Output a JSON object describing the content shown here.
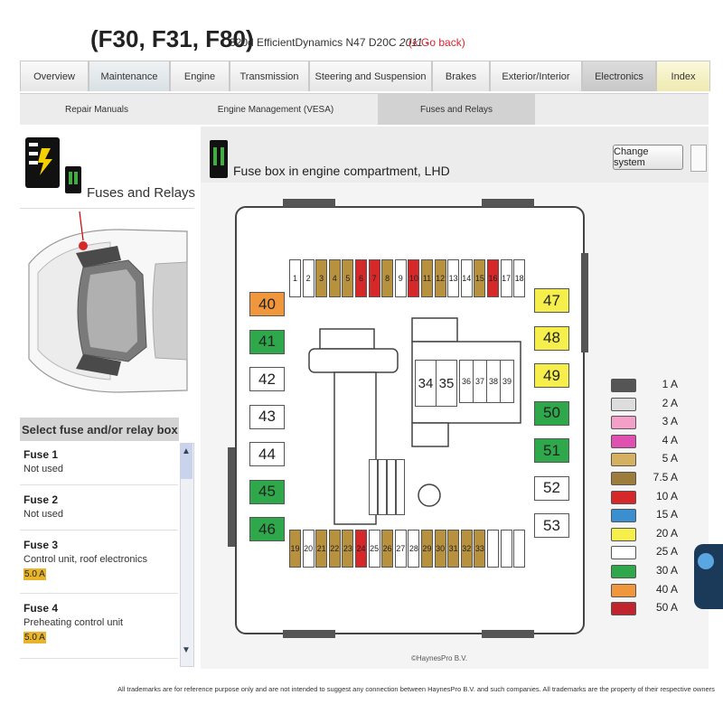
{
  "header": {
    "title": "(F30, F31, F80)",
    "subtitle": "320d EfficientDynamics N47 D20C",
    "year": "2011",
    "separator": "-",
    "go_back": "(« Go back)"
  },
  "tabs": [
    {
      "label": "Overview"
    },
    {
      "label": "Maintenance"
    },
    {
      "label": "Engine"
    },
    {
      "label": "Transmission"
    },
    {
      "label": "Steering and Suspension"
    },
    {
      "label": "Brakes"
    },
    {
      "label": "Exterior/Interior"
    },
    {
      "label": "Electronics"
    },
    {
      "label": "Index"
    }
  ],
  "subtabs": [
    {
      "label": "Repair Manuals"
    },
    {
      "label": "Engine Management (VESA)"
    },
    {
      "label": "Fuses and Relays"
    }
  ],
  "left": {
    "section_title": "Fuses and Relays",
    "select_heading": "Select fuse and/or relay box",
    "list": [
      {
        "title": "Fuse 1",
        "desc": "Not used",
        "badge": ""
      },
      {
        "title": "Fuse 2",
        "desc": "Not used",
        "badge": ""
      },
      {
        "title": "Fuse 3",
        "desc": "Control unit, roof electronics",
        "badge": "5.0 A"
      },
      {
        "title": "Fuse 4",
        "desc": "Preheating control unit",
        "badge": "5.0 A"
      }
    ]
  },
  "main": {
    "panel_title": "Fuse box in engine compartment, LHD",
    "change_system": "Change system",
    "copyright": "©HaynesPro B.V.",
    "top_fuses": [
      {
        "n": "1",
        "c": "#ffffff"
      },
      {
        "n": "2",
        "c": "#ffffff"
      },
      {
        "n": "3",
        "c": "#b8913f"
      },
      {
        "n": "4",
        "c": "#b8913f"
      },
      {
        "n": "5",
        "c": "#b8913f"
      },
      {
        "n": "6",
        "c": "#d62828"
      },
      {
        "n": "7",
        "c": "#d62828"
      },
      {
        "n": "8",
        "c": "#b8913f"
      },
      {
        "n": "9",
        "c": "#ffffff"
      },
      {
        "n": "10",
        "c": "#d62828"
      },
      {
        "n": "11",
        "c": "#b8913f"
      },
      {
        "n": "12",
        "c": "#b8913f"
      },
      {
        "n": "13",
        "c": "#ffffff"
      },
      {
        "n": "14",
        "c": "#ffffff"
      },
      {
        "n": "15",
        "c": "#b8913f"
      },
      {
        "n": "16",
        "c": "#d62828"
      },
      {
        "n": "17",
        "c": "#ffffff"
      },
      {
        "n": "18",
        "c": "#ffffff"
      }
    ],
    "bottom_fuses": [
      {
        "n": "19",
        "c": "#b8913f"
      },
      {
        "n": "20",
        "c": "#ffffff"
      },
      {
        "n": "21",
        "c": "#b8913f"
      },
      {
        "n": "22",
        "c": "#b8913f"
      },
      {
        "n": "23",
        "c": "#b8913f"
      },
      {
        "n": "24",
        "c": "#d62828"
      },
      {
        "n": "25",
        "c": "#ffffff"
      },
      {
        "n": "26",
        "c": "#b8913f"
      },
      {
        "n": "27",
        "c": "#ffffff"
      },
      {
        "n": "28",
        "c": "#ffffff"
      },
      {
        "n": "29",
        "c": "#b8913f"
      },
      {
        "n": "30",
        "c": "#b8913f"
      },
      {
        "n": "31",
        "c": "#b8913f"
      },
      {
        "n": "32",
        "c": "#b8913f"
      },
      {
        "n": "33",
        "c": "#b8913f"
      },
      {
        "n": "",
        "c": "#ffffff"
      },
      {
        "n": "",
        "c": "#ffffff"
      },
      {
        "n": "",
        "c": "#ffffff"
      }
    ],
    "left_big_fuses": [
      {
        "n": "40",
        "c": "#f0963c"
      },
      {
        "n": "41",
        "c": "#2ea84a"
      },
      {
        "n": "42",
        "c": "#ffffff"
      },
      {
        "n": "43",
        "c": "#ffffff"
      },
      {
        "n": "44",
        "c": "#ffffff"
      },
      {
        "n": "45",
        "c": "#2ea84a"
      },
      {
        "n": "46",
        "c": "#2ea84a"
      }
    ],
    "right_big_fuses": [
      {
        "n": "47",
        "c": "#f6ee4a"
      },
      {
        "n": "48",
        "c": "#f6ee4a"
      },
      {
        "n": "49",
        "c": "#f6ee4a"
      },
      {
        "n": "50",
        "c": "#2ea84a"
      },
      {
        "n": "51",
        "c": "#2ea84a"
      },
      {
        "n": "52",
        "c": "#ffffff"
      },
      {
        "n": "53",
        "c": "#ffffff"
      }
    ],
    "relay_labels": [
      "34",
      "35",
      "36",
      "37",
      "38",
      "39"
    ],
    "legend": [
      {
        "label": "1 A",
        "color": "#555555"
      },
      {
        "label": "2 A",
        "color": "#dddddd"
      },
      {
        "label": "3 A",
        "color": "#f2a0c8"
      },
      {
        "label": "4 A",
        "color": "#e050b0"
      },
      {
        "label": "5 A",
        "color": "#d4b060"
      },
      {
        "label": "7.5 A",
        "color": "#9e7c3c"
      },
      {
        "label": "10 A",
        "color": "#d62828"
      },
      {
        "label": "15 A",
        "color": "#3a8fd0"
      },
      {
        "label": "20 A",
        "color": "#f6ee4a"
      },
      {
        "label": "25 A",
        "color": "#ffffff"
      },
      {
        "label": "30 A",
        "color": "#2ea84a"
      },
      {
        "label": "40 A",
        "color": "#f0963c"
      },
      {
        "label": "50 A",
        "color": "#c0242c"
      }
    ]
  },
  "footer": {
    "disclaimer": "All trademarks are for reference purpose only and are not intended to suggest any connection between HaynesPro B.V. and such companies. All trademarks are the property of their respective owners"
  }
}
